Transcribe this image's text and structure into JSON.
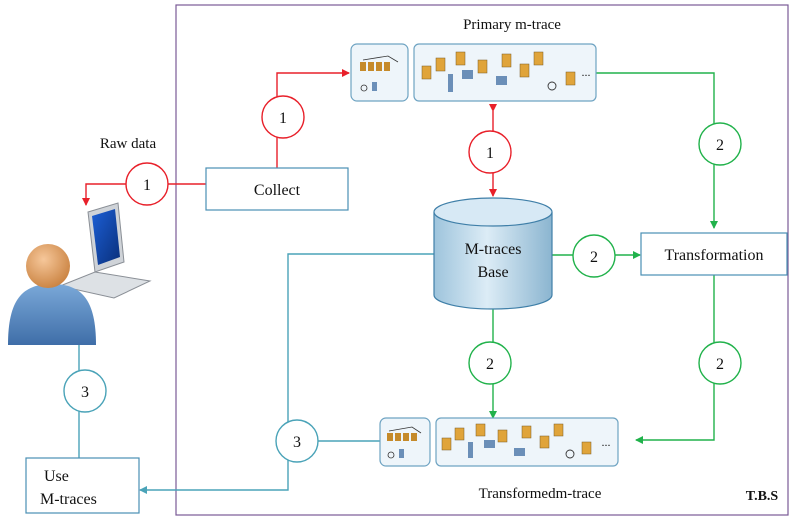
{
  "labels": {
    "raw_data": "Raw data",
    "collect": "Collect",
    "primary_trace": "Primary m-trace",
    "base_line1": "M-traces",
    "base_line2": "Base",
    "transformation": "Transformation",
    "transformed_trace": "Transformedm-trace",
    "use_line1": "Use",
    "use_line2": "M-traces",
    "tbs": "T.B.S",
    "ellipsis_top": "...",
    "ellipsis_bottom": "..."
  },
  "step_numbers": {
    "collect_user": "1",
    "collect_primary": "1",
    "primary_base": "1",
    "primary_transform": "2",
    "base_transform": "2",
    "base_transformed": "2",
    "transform_transformed": "2",
    "transformed_use": "3",
    "use_user": "3"
  },
  "colors": {
    "collect_step": "#e8202a",
    "transform_step": "#21b24b",
    "use_step": "#4aa3b8",
    "frame": "#7a5a96",
    "box_border": "#4a8fb3"
  }
}
